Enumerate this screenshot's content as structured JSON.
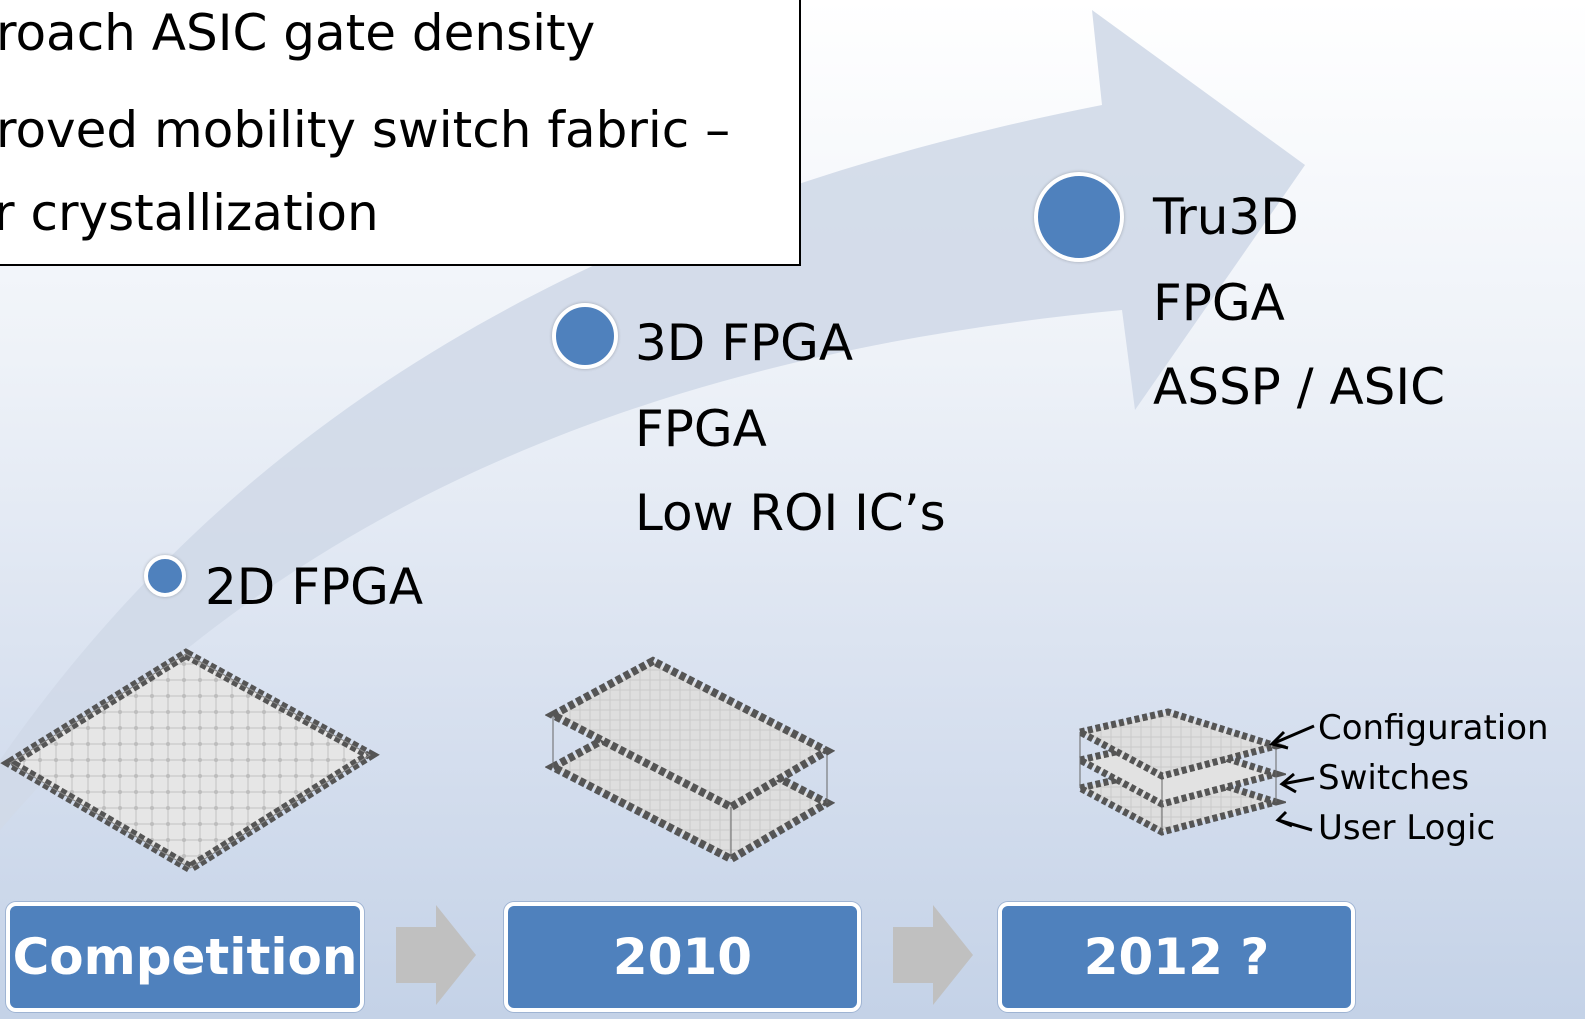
{
  "callout": {
    "lines": [
      "roach ASIC gate density",
      "roved mobility switch fabric –",
      "r crystallization"
    ]
  },
  "milestones": [
    {
      "label_lines": [
        "2D FPGA"
      ]
    },
    {
      "label_lines": [
        "3D FPGA",
        "FPGA",
        "Low ROI IC’s"
      ]
    },
    {
      "label_lines": [
        "Tru3D",
        "FPGA",
        "ASSP / ASIC"
      ]
    }
  ],
  "stack_labels": [
    "Configuration",
    "Switches",
    "User Logic"
  ],
  "timeline": [
    "Competition",
    "2010",
    "2012 ?"
  ],
  "colors": {
    "accent": "#4f81bd",
    "arrow": "#d0d9e8",
    "chevron": "#c0c0c0"
  },
  "icons": {
    "chip_2d": "single-layer-chip-icon",
    "chip_3d": "two-layer-chip-icon",
    "chip_tru3d": "three-layer-chip-icon"
  }
}
